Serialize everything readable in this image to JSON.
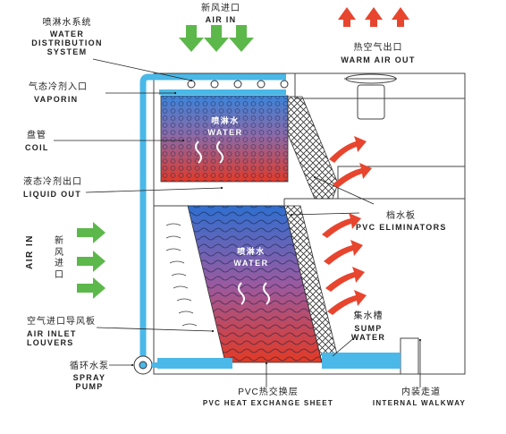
{
  "labels": {
    "spray_cn": "喷淋水系统",
    "spray_en": "WATER\nDISTRIBUTION\nSYSTEM",
    "air_in_top_cn": "新风进口",
    "air_in_top_en": "AIR IN",
    "warm_air_cn": "热空气出口",
    "warm_air_en": "WARM AIR OUT",
    "vaporin_cn": "气态冷剂入口",
    "vaporin_en": "VAPORIN",
    "coil_cn": "盘管",
    "coil_en": "COIL",
    "liquid_cn": "液态冷剂出口",
    "liquid_en": "LIQUID OUT",
    "air_in_side_cn": "新风进口",
    "air_in_side_en": "AIR IN",
    "louvers_cn": "空气进口导风板",
    "louvers_en": "AIR INLET\nLOUVERS",
    "pump_cn": "循环水泵",
    "pump_en": "SPRAY\nPUMP",
    "coil_water_cn": "喷淋水",
    "coil_water_en": "WATER",
    "fill_water_cn": "喷淋水",
    "fill_water_en": "WATER",
    "eliminator_cn": "档水板",
    "eliminator_en": "PVC ELIMINATORS",
    "sump_cn": "集水槽",
    "sump_en": "SUMP\nWATER",
    "sheet_cn": "PVC热交换层",
    "sheet_en": "PVC HEAT EXCHANGE SHEET",
    "walkway_cn": "内装走道",
    "walkway_en": "INTERNAL WALKWAY"
  },
  "colors": {
    "water_pipe": "#4ab8e8",
    "fresh_air_arrow": "#5cb84a",
    "warm_air_arrow": "#e8452e",
    "coil_hot": "#e03a28",
    "coil_cool": "#3b83d8",
    "fill_blue": "#2f6fd0",
    "fill_red": "#e23a24"
  },
  "icons": {
    "fresh_air": "green-arrow-icon",
    "warm_air": "red-arrow-icon",
    "nozzle": "spray-nozzle-icon",
    "fan": "fan-icon",
    "pump": "pump-icon"
  }
}
